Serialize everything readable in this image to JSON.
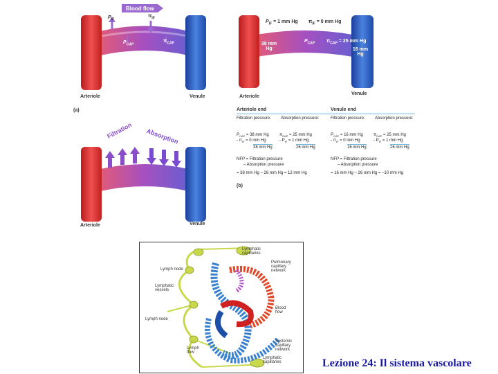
{
  "footer": {
    "title": "Lezione 24: Il sistema vascolare"
  },
  "panel_a": {
    "banner": "Blood flow",
    "p_if": "P",
    "p_if_sub": "IF",
    "pi_if": "π",
    "pi_if_sub": "IF",
    "p_cap": "P",
    "p_cap_sub": "CAP",
    "pi_cap": "π",
    "pi_cap_sub": "CAP",
    "arteriole": "Arteriole",
    "venule": "Venule",
    "letter": "(a)"
  },
  "panel_a_values": {
    "p_if": "P",
    "p_if_sub": "IF",
    "p_if_val": " = 1 mm Hg",
    "pi_if": "π",
    "pi_if_sub": "IF",
    "pi_if_val": " = 0 mm Hg",
    "p_cap": "P",
    "p_cap_sub": "CAP",
    "pi_cap": "π",
    "pi_cap_sub": "CAP",
    "pi_cap_val": " = 25 mm Hg",
    "left_val": "38 mm Hg",
    "right_val": "16 mm Hg",
    "arteriole": "Arteriole",
    "venule": "Venule"
  },
  "tables": {
    "arteriole_end": {
      "title": "Arteriole end",
      "filt_head": "Filtration pressure:",
      "abs_head": "Absorption pressure:",
      "f1": "P",
      "f1_sub": "CAP",
      "f1_val": " = 38 mm Hg",
      "f2": "- π",
      "f2_sub": "IF",
      "f2_val": " =   0 mm Hg",
      "f3": "38 mm Hg",
      "a1": "π",
      "a1_sub": "CAP",
      "a1_val": " = 25 mm Hg",
      "a2": "- P",
      "a2_sub": "IF",
      "a2_val": " =   1 mm Hg",
      "a3": "26 mm Hg",
      "nfp1": "NFP = Filtration pressure",
      "nfp2": "– Absorption pressure",
      "nfp3": "= 38 mm Hg – 26 mm Hg = 12 mm Hg"
    },
    "venule_end": {
      "title": "Venule end",
      "filt_head": "Filtration pressure:",
      "abs_head": "Absorption pressure:",
      "f1": "P",
      "f1_sub": "CAP",
      "f1_val": " = 16 mm Hg",
      "f2": "- π",
      "f2_sub": "IF",
      "f2_val": " =   0 mm Hg",
      "f3": "16 mm Hg",
      "a1": "π",
      "a1_sub": "CAP",
      "a1_val": " = 25 mm Hg",
      "a2": "- P",
      "a2_sub": "IF",
      "a2_val": " =   1 mm Hg",
      "a3": "26 mm Hg",
      "nfp1": "NFP = Filtration pressure",
      "nfp2": "– Absorption pressure",
      "nfp3": "= 16 mm Hg – 26 mm Hg = –10 mm Hg"
    },
    "letter": "(b)"
  },
  "panel_c": {
    "filtration": "Filtration",
    "absorption": "Absorption",
    "arteriole": "Arteriole",
    "venule": "Venule"
  },
  "lymph": {
    "l1": "Lymphatic capillaries",
    "l2": "Lymph node",
    "l3": "Pulmonary capillary network",
    "l4": "Lymphatic vessels",
    "l5": "Blood flow",
    "l6": "Lymph node",
    "l7": "Lymph flow",
    "l8": "Systemic capillary network",
    "l9": "Lymphatic capillaries"
  },
  "colors": {
    "artery": "#e53a3a",
    "vein": "#3a6fd0",
    "capillary": "#a050c8",
    "lymph": "#c8d84a",
    "footer": "#1a1aa0"
  }
}
